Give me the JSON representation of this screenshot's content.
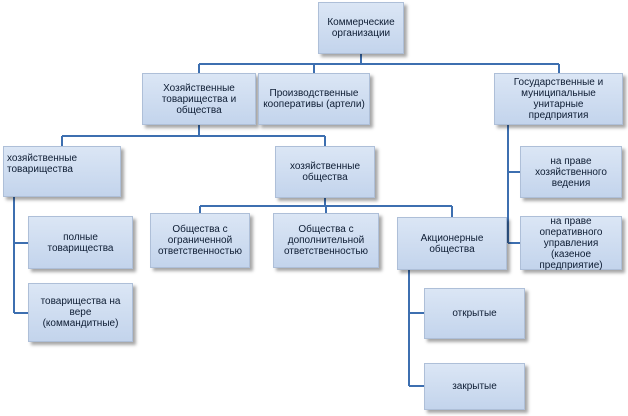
{
  "nodes": {
    "root": "Коммерческие\nорганизации",
    "partnerships_and_societies": "Хозяйственные\nтоварищества и\nобщества",
    "cooperatives": "Производственные\nкооперативы (артели)",
    "unitary_enterprises": "Государственные и\nмуниципальные\nунитарные\nпредприятия",
    "partnerships": "хозяйственные\nтоварищества",
    "societies": "хозяйственные\nобщества",
    "full_partnerships": "полные товарищества",
    "limited_partnerships": "товарищества на вере\n(коммандитные)",
    "llc": "Общества с\nограниченной\nответственностью",
    "alc": "Общества с\nдополнительной\nответственностью",
    "joint_stock": "Акционерные\nобщества",
    "open": "открытые",
    "closed": "закрытые",
    "economic_management": "на праве\nхозяйственного\nведения",
    "operational_management": "на праве\nоперативного\nуправления (казеное\nпредприятие)"
  }
}
